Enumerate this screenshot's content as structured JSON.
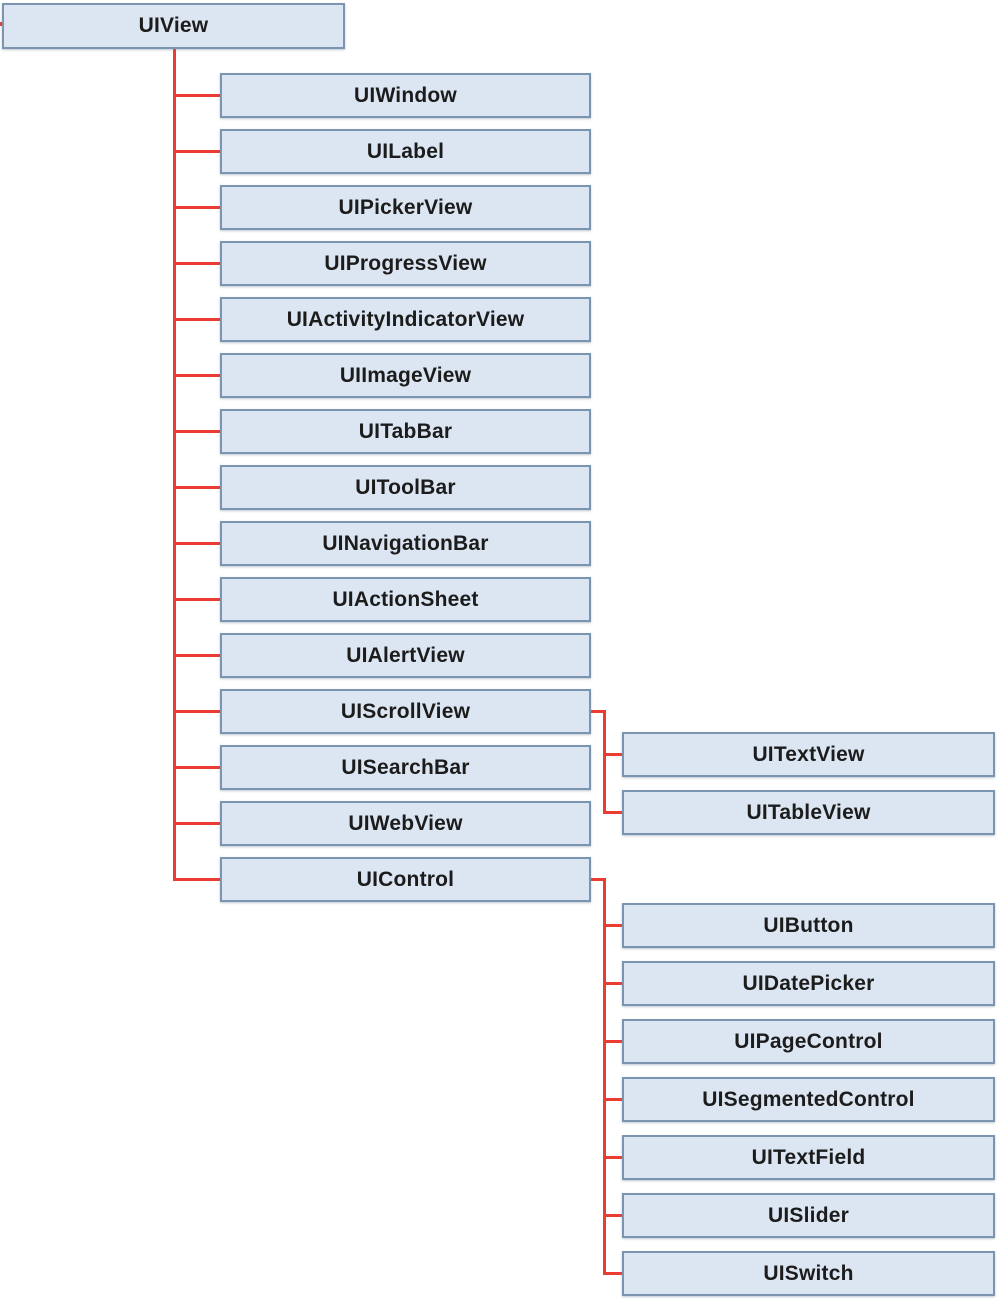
{
  "diagram": {
    "colors": {
      "background": "#ffffff",
      "box_fill": "#dce6f2",
      "box_border": "#7b94b0",
      "connector": "#eb3c34",
      "label_text": "#1c1c1c"
    },
    "nodes": [
      {
        "id": "uiview",
        "label": "UIView",
        "parent": null
      },
      {
        "id": "uiwindow",
        "label": "UIWindow",
        "parent": "uiview"
      },
      {
        "id": "uilabel",
        "label": "UILabel",
        "parent": "uiview"
      },
      {
        "id": "uipickerview",
        "label": "UIPickerView",
        "parent": "uiview"
      },
      {
        "id": "uiprogressview",
        "label": "UIProgressView",
        "parent": "uiview"
      },
      {
        "id": "uiactivityindicatorview",
        "label": "UIActivityIndicatorView",
        "parent": "uiview"
      },
      {
        "id": "uiimageview",
        "label": "UIImageView",
        "parent": "uiview"
      },
      {
        "id": "uitabbar",
        "label": "UITabBar",
        "parent": "uiview"
      },
      {
        "id": "uitoolbar",
        "label": "UIToolBar",
        "parent": "uiview"
      },
      {
        "id": "uinavigationbar",
        "label": "UINavigationBar",
        "parent": "uiview"
      },
      {
        "id": "uiactionsheet",
        "label": "UIActionSheet",
        "parent": "uiview"
      },
      {
        "id": "uialertview",
        "label": "UIAlertView",
        "parent": "uiview"
      },
      {
        "id": "uiscrollview",
        "label": "UIScrollView",
        "parent": "uiview"
      },
      {
        "id": "uisearchbar",
        "label": "UISearchBar",
        "parent": "uiview"
      },
      {
        "id": "uiwebview",
        "label": "UIWebView",
        "parent": "uiview"
      },
      {
        "id": "uicontrol",
        "label": "UIControl",
        "parent": "uiview"
      },
      {
        "id": "uitextview",
        "label": "UITextView",
        "parent": "uiscrollview"
      },
      {
        "id": "uitableview",
        "label": "UITableView",
        "parent": "uiscrollview"
      },
      {
        "id": "uibutton",
        "label": "UIButton",
        "parent": "uicontrol"
      },
      {
        "id": "uidatepicker",
        "label": "UIDatePicker",
        "parent": "uicontrol"
      },
      {
        "id": "uipagecontrol",
        "label": "UIPageControl",
        "parent": "uicontrol"
      },
      {
        "id": "uisegmentedcontrol",
        "label": "UISegmentedControl",
        "parent": "uicontrol"
      },
      {
        "id": "uitextfield",
        "label": "UITextField",
        "parent": "uicontrol"
      },
      {
        "id": "uislider",
        "label": "UISlider",
        "parent": "uicontrol"
      },
      {
        "id": "uiswitch",
        "label": "UISwitch",
        "parent": "uicontrol"
      }
    ]
  }
}
